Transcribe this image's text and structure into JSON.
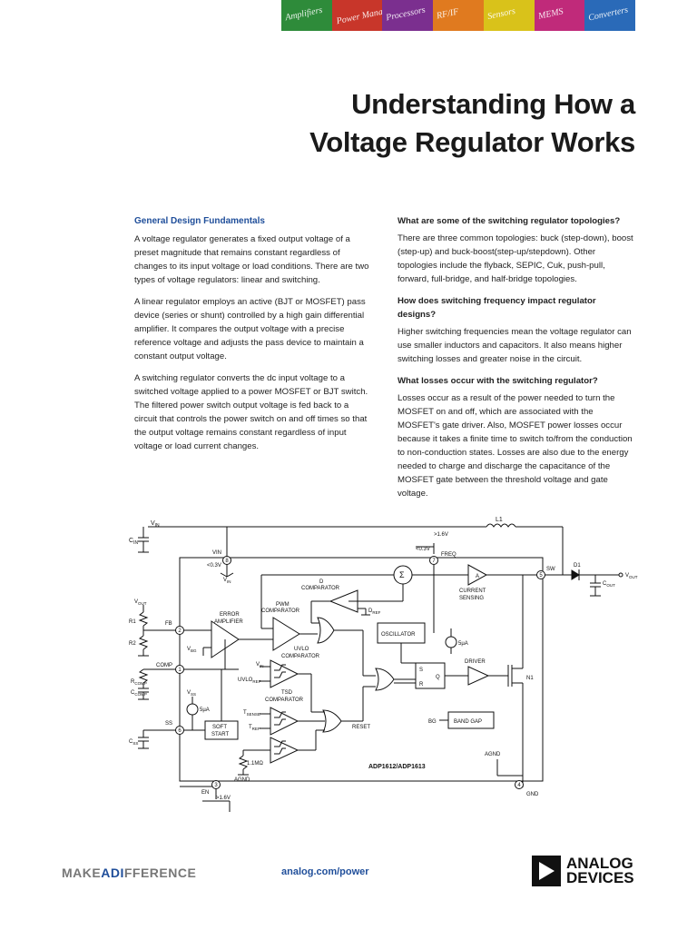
{
  "banner": {
    "tiles": [
      {
        "label": "Amplifiers",
        "color": "#2e8b3a"
      },
      {
        "label": "Power Management",
        "color": "#c8362a"
      },
      {
        "label": "Processors",
        "color": "#7b2f8f"
      },
      {
        "label": "RF/IF",
        "color": "#e07a1f"
      },
      {
        "label": "Sensors",
        "color": "#d9c21a"
      },
      {
        "label": "MEMS",
        "color": "#c02a7a"
      },
      {
        "label": "Converters",
        "color": "#2a6ab8"
      }
    ]
  },
  "title": {
    "line1": "Understanding How a",
    "line2": "Voltage Regulator Works"
  },
  "left_column": {
    "heading": "General Design Fundamentals",
    "paragraphs": [
      "A voltage regulator generates a fixed output voltage of a preset magnitude that remains constant regardless of changes to its input voltage or load conditions. There are two types of voltage regulators: linear and switching.",
      "A linear regulator employs an active (BJT or MOSFET) pass device (series or shunt) controlled by a high gain differential amplifier. It compares the output voltage with a precise reference voltage and adjusts the pass device to maintain a constant output voltage.",
      "A switching regulator converts the dc input voltage to a switched voltage applied to a power MOSFET or BJT switch. The filtered power switch output voltage is fed back to a circuit that controls the power switch on and off times so that the output voltage remains constant regardless of input voltage or load current changes."
    ]
  },
  "right_column": {
    "q1": "What are some of the switching regulator topologies?",
    "a1": "There are three common topologies: buck (step-down), boost (step-up) and buck-boost(step-up/stepdown). Other topologies include the flyback, SEPIC, Cuk, push-pull, forward, full-bridge, and half-bridge topologies.",
    "q2": "How does switching frequency impact regulator designs?",
    "a2": "Higher switching frequencies mean the voltage regulator can use smaller inductors and capacitors. It also means higher switching losses and greater noise in the circuit.",
    "q3": "What losses occur with the switching regulator?",
    "a3": "Losses occur as a result of the power needed to turn the MOSFET on and off, which are associated with the MOSFET's gate driver. Also, MOSFET power losses occur because it takes a finite time to switch to/from the conduction to non-conduction states. Losses are also due to the energy needed to charge and discharge the capacitance of the MOSFET gate between the threshold voltage and gate voltage."
  },
  "schematic": {
    "part": "ADP1612/ADP1613",
    "labels": {
      "vin_top": "V",
      "vin_top_sub": "IN",
      "cin": "C",
      "cin_sub": "IN",
      "l1": "L1",
      "gt16_top": ">1.6V",
      "lt03_top": "<0.3V",
      "freq": "FREQ",
      "vin_pin": "VIN",
      "lt03_pin": "<0.3V",
      "vin_pin2": "V",
      "vin_pin2_sub": "IN",
      "sw": "SW",
      "d1": "D1",
      "vout_out": "V",
      "vout_out_sub": "OUT",
      "cout": "C",
      "cout_sub": "OUT",
      "d_comp": "D",
      "comparator": "COMPARATOR",
      "dref": "D",
      "dref_sub": "REF",
      "current": "CURRENT",
      "sensing": "SENSING",
      "a": "A",
      "sigma": "Σ",
      "vout_left": "V",
      "vout_left_sub": "OUT",
      "r1": "R1",
      "r2": "R2",
      "fb": "FB",
      "error": "ERROR",
      "amplifier": "AMPLIFIER",
      "vbg": "V",
      "vbg_sub": "BG",
      "pwm": "PWM",
      "pwm_comp": "COMPARATOR",
      "oscillator": "OSCILLATOR",
      "five_ua_r": "5µA",
      "comp": "COMP",
      "rcomp": "R",
      "rcomp_sub": "COMP",
      "ccomp": "C",
      "ccomp_sub": "COMP",
      "uvlo": "UVLO",
      "uvlo_comp": "COMPARATOR",
      "vin_uvlo": "V",
      "vin_uvlo_sub": "IN",
      "uvloref": "UVLO",
      "uvloref_sub": "REF",
      "s": "S",
      "r": "R",
      "q": "Q",
      "driver": "DRIVER",
      "n1": "N1",
      "vss": "V",
      "vss_sub": "SS",
      "five_ua_l": "5µA",
      "tsd": "TSD",
      "tsd_comp": "COMPARATOR",
      "tsense": "T",
      "tsense_sub": "SENSE",
      "tref": "T",
      "tref_sub": "REF",
      "ss": "SS",
      "soft": "SOFT",
      "start": "START",
      "reset": "RESET",
      "bg": "BG",
      "band_gap": "BAND GAP",
      "css": "C",
      "css_sub": "SS",
      "r11m": "1.1MΩ",
      "agnd_l": "AGND",
      "agnd_r": "AGND",
      "en": "EN",
      "gt16_en": ">1.6V",
      "gnd": "GND",
      "pin1": "1",
      "pin2": "2",
      "pin3": "3",
      "pin4": "4",
      "pin5": "5",
      "pin6": "6",
      "pin7": "7",
      "pin8": "8"
    }
  },
  "footer": {
    "brand_a": "MAKE",
    "brand_b": "ADI",
    "brand_c": "FFERENCE",
    "brand_a_color": "#777777",
    "brand_b_color": "#1f4e9a",
    "url": "analog.com/power",
    "logo_line1": "ANALOG",
    "logo_line2": "DEVICES"
  }
}
